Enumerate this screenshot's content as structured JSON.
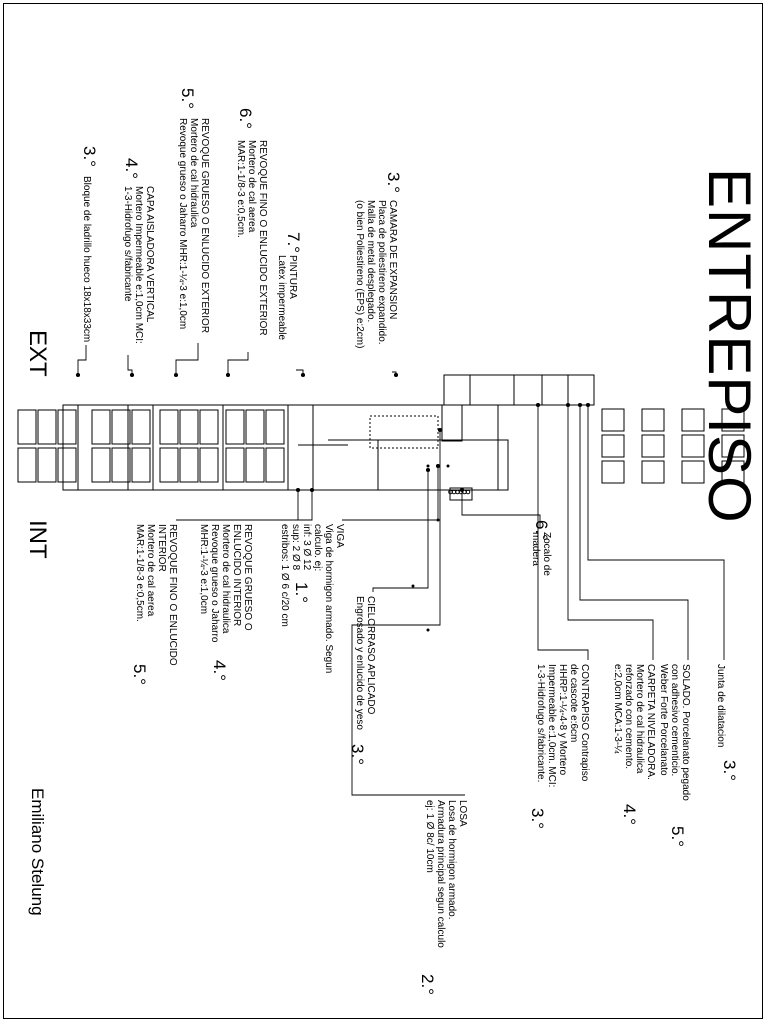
{
  "title": "ENTREPISO",
  "author": "Emiliano Stelung",
  "side_ext": "EXT",
  "side_int": "INT",
  "colors": {
    "ink": "#000000",
    "paper": "#ffffff"
  },
  "labels": {
    "junta": {
      "lines": [
        "Junta de dilatacion"
      ],
      "num": "3.°"
    },
    "solado": {
      "lines": [
        "SOLADO. Porcelanato pegado",
        "con adhesivo cementicio.",
        "Weber Forte Porcelanato"
      ],
      "num": "5.°"
    },
    "carpeta": {
      "lines": [
        "CARPETA NIVELADORA.",
        "Mortero de cal hidraulica",
        "reforzado con cemento.",
        "e:2,0cm MCA:1-3-¼"
      ],
      "num": "4.°"
    },
    "contrapiso": {
      "lines": [
        "CONTRAPISO Contrapiso",
        "de cascote e:6cm",
        "HHRP:1-¼-4-8 y Mortero",
        "Impermeable e:1,0cm. MCI:",
        "1-3-Hidrofugo s/fabricante."
      ],
      "num": "3.°"
    },
    "losa": {
      "lines": [
        "LOSA",
        "Losa de hormigon armado.",
        "Armadura principal segun calculo",
        "ej: 1 Ø 8c/ 10cm"
      ],
      "num": "2.°"
    },
    "zocalo": {
      "lines": [
        "Zocalo de",
        "madera"
      ],
      "num": "6.°"
    },
    "cielorraso": {
      "lines": [
        "CIELORRASO APLICADO",
        "Engrosado y enlucido de yeso"
      ],
      "num": "3.°"
    },
    "viga": {
      "lines": [
        "VIGA",
        "Viga de hormigon armado. Segun",
        "calculo. ej:",
        "inf: 3 Ø 12",
        "sup: 2 Ø 8",
        "estribos: 1 Ø 6 c/20 cm"
      ],
      "num": "1.°"
    },
    "revoque_grueso_int": {
      "lines": [
        "REVOQUE GRUESO O",
        "ENLUCIDO INTERIOR",
        "Mortero de cal hidraulica",
        "Revoque grueso o Jaharro",
        "MHR:1-¼-3 e:1,0cm"
      ],
      "num": "4.°"
    },
    "revoque_fino_int": {
      "lines": [
        "REVOQUE FINO O ENLUCIDO",
        "INTERIOR",
        "Mortero de cal aerea",
        "MAR:1-1/8-3 e:0,5cm."
      ],
      "num": "5.°"
    },
    "camara": {
      "lines": [
        "CAMARA DE EXPANSION",
        "Placa de poliestireno expandido.",
        "Malla de metal desplegado.",
        "",
        "(o bien Poliestireno (EPS) e:2cm)"
      ],
      "num": "3.°"
    },
    "pintura": {
      "lines": [
        "PINTURA",
        "Latex impermeable"
      ],
      "num": "7.°"
    },
    "revoque_fino_ext": {
      "lines": [
        "REVOQUE FINO O ENLUCIDO EXTERIOR",
        "Mortero de cal aerea",
        "MAR:1-1/8-3 e:0,5cm."
      ],
      "num": "6.°"
    },
    "revoque_grueso_ext": {
      "lines": [
        "REVOQUE GRUESO O ENLUCIDO EXTERIOR",
        "Mortero de cal hidraulica",
        "Revoque grueso o Jaharro MHR:1-¼-3 e:1,0cm"
      ],
      "num": "5.°"
    },
    "capa_aisladora": {
      "lines": [
        "CAPA AISLADORA VERTICAL",
        "Mortero Impermeable e:1,0cm MCI:",
        "1-3-Hidrofugo s/fabricante"
      ],
      "num": "4.°"
    },
    "bloque": {
      "lines": [
        "Bloque de ladrillo hueco 18x18x33cm"
      ],
      "num": "3.°"
    }
  }
}
